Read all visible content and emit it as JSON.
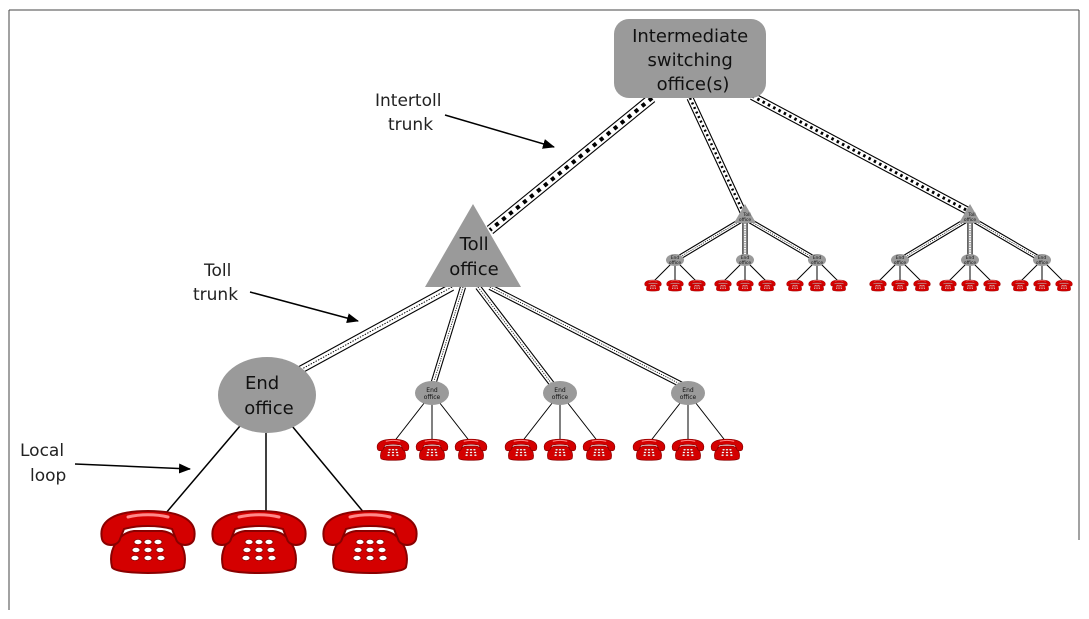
{
  "nodes": {
    "intermediate": "Intermediate switching office(s)",
    "toll": "Toll office",
    "end": "End office",
    "small_end": "End office",
    "small_toll": "Toll office"
  },
  "labels": {
    "intertoll": "Intertoll trunk",
    "toll_trunk": "Toll trunk",
    "local_loop": "Local loop"
  },
  "colors": {
    "node_fill": "#9a9a9a",
    "phone_red": "#d40000",
    "phone_dark": "#8a0000",
    "line": "#000000"
  },
  "icons": {
    "phone": "telephone-icon",
    "arrow": "arrow-icon"
  }
}
